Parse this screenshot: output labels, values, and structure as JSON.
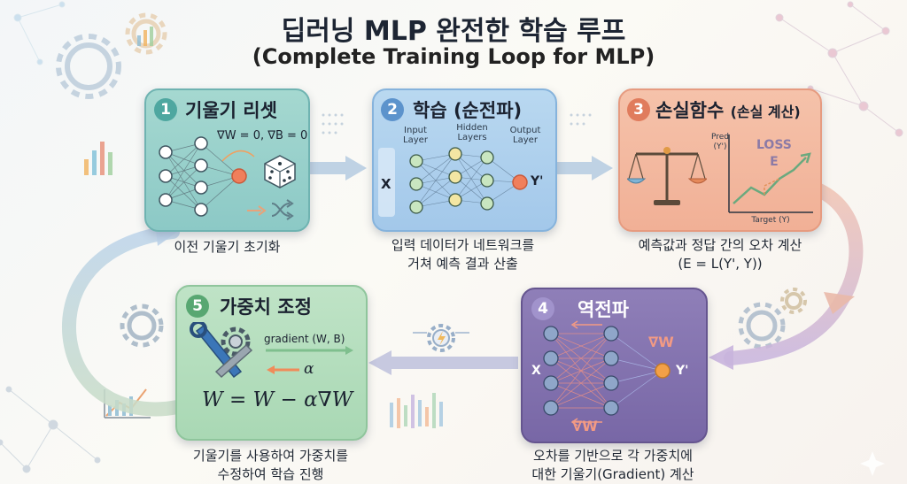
{
  "title": {
    "korean": "딥러닝 MLP 완전한 학습 루프",
    "english": "(Complete Training Loop for MLP)"
  },
  "colors": {
    "step1": "#9fd3cd",
    "step2": "#aacdee",
    "step3": "#f3b9a0",
    "step4": "#7f6fad",
    "step5": "#b5ddbe",
    "loop_arrow": "#c9d6e6",
    "node_orange": "#f07f5c"
  },
  "steps": [
    {
      "number": "1",
      "heading": "기울기 리셋",
      "formula": "∇W = 0, ∇B = 0",
      "icons": [
        "neural-network-icon",
        "dice-icon",
        "shuffle-icon"
      ],
      "caption_lines": [
        "이전 기울기 초기화"
      ]
    },
    {
      "number": "2",
      "heading": "학습 (순전파)",
      "input_label": "X",
      "output_label": "Y'",
      "layer_labels": [
        "Input\nLayer",
        "Hidden\nLayers",
        "Output\nLayer"
      ],
      "caption_lines": [
        "입력 데이터가 네트워크를",
        "거쳐 예측 결과 산출"
      ]
    },
    {
      "number": "3",
      "heading": "손실함수",
      "heading_sub": "(손실 계산)",
      "graph_y_label": "Pred\n(Y')",
      "graph_x_label": "Target (Y)",
      "graph_text": "LOSS\nE",
      "caption_lines": [
        "예측값과 정답 간의 오차 계산",
        "(E = L(Y', Y))"
      ]
    },
    {
      "number": "4",
      "heading": "역전파",
      "input_label": "X",
      "output_label": "Y'",
      "grad_label": "∇W",
      "caption_lines": [
        "오차를 기반으로 각 가중치에",
        "대한 기울기(Gradient) 계산"
      ]
    },
    {
      "number": "5",
      "heading": "가중치 조정",
      "gradient_label": "gradient (W, B)",
      "alpha_label": "α",
      "update_rule": "W = W − α∇W",
      "caption_lines": [
        "기울기를 사용하여 가중치를",
        "수정하여 학습 진행"
      ]
    }
  ]
}
